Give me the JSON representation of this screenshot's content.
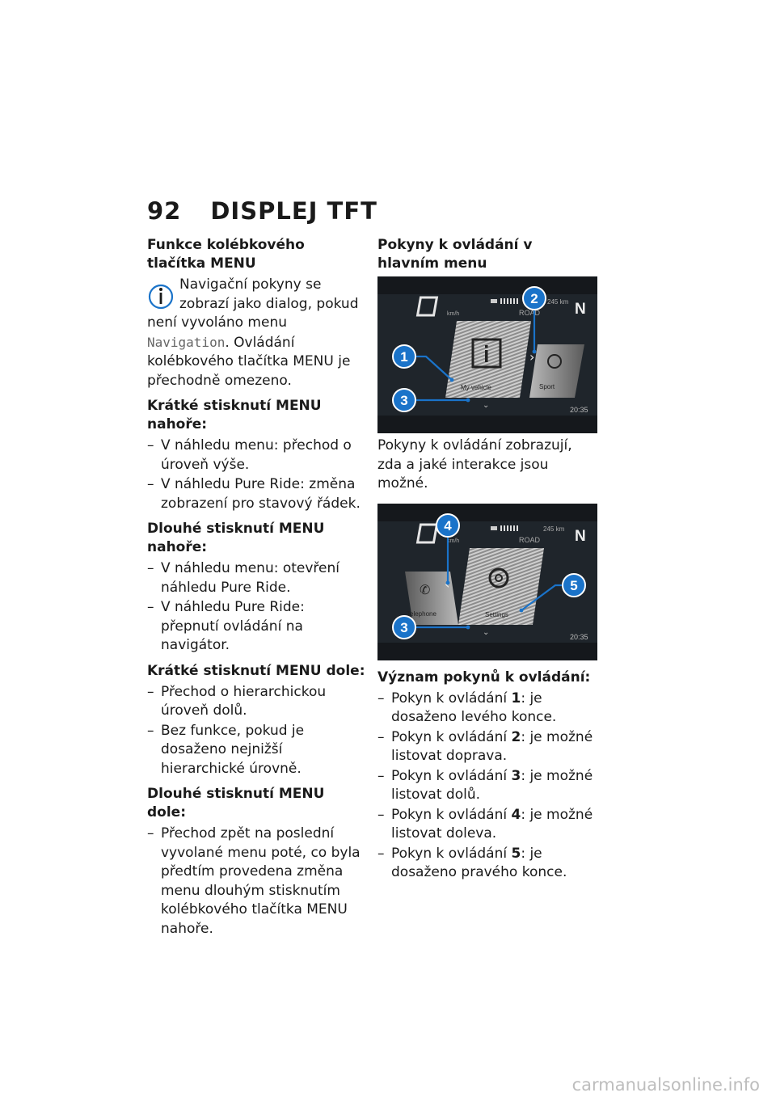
{
  "header": {
    "page_number": "92",
    "title": "DISPLEJ TFT"
  },
  "left": {
    "heading": "Funkce kolébkového tlačítka MENU",
    "note_icon": "info-icon",
    "note_text_1": "Navigační pokyny se zobrazí jako dialog, pokud není vyvoláno menu ",
    "note_mono": "Navigation",
    "note_text_2": ". Ovládání kolébkového tlačítka MENU je přechodně omezeno.",
    "sections": [
      {
        "title": "Krátké stisknutí MENU nahoře:",
        "items": [
          "V náhledu menu: přechod o úroveň výše.",
          "V náhledu Pure Ride: změna zobrazení pro stavový řádek."
        ]
      },
      {
        "title": "Dlouhé stisknutí MENU nahoře:",
        "items": [
          "V náhledu menu: otevření náhledu Pure Ride.",
          "V náhledu Pure Ride: přepnutí ovládání na navigátor."
        ]
      },
      {
        "title": "Krátké stisknutí MENU dole:",
        "items": [
          "Přechod o hierarchickou úroveň dolů.",
          "Bez funkce, pokud je dosaženo nejnižší hierarchické úrovně."
        ]
      },
      {
        "title": "Dlouhé stisknutí MENU dole:",
        "items": [
          "Přechod zpět na poslední vyvolané menu poté, co byla předtím provedena změna menu dlouhým stisknutím kolébkového tlačítka MENU nahoře."
        ]
      }
    ]
  },
  "right": {
    "heading": "Pokyny k ovládání v hlavním menu",
    "screen1": {
      "speed": "0",
      "speed_unit": "km/h",
      "range": "245 km",
      "mode": "ROAD",
      "gear": "N",
      "tile1": "My vehicle",
      "tile2": "Sport",
      "time": "20:35",
      "callouts": [
        "1",
        "2",
        "3"
      ]
    },
    "caption1": "Pokyny k ovládání zobrazují, zda a jaké interakce jsou možné.",
    "screen2": {
      "speed": "0",
      "speed_unit": "km/h",
      "range": "245 km",
      "mode": "ROAD",
      "gear": "N",
      "tile1": "Telephone",
      "tile2": "Settings",
      "time": "20:35",
      "callouts": [
        "4",
        "5",
        "3"
      ]
    },
    "meaning_title": "Význam pokynů k ovládání:",
    "meaning": [
      {
        "pre": "Pokyn k ovládání ",
        "num": "1",
        "post": ": je dosaženo levého konce."
      },
      {
        "pre": "Pokyn k ovládání ",
        "num": "2",
        "post": ": je možné listovat doprava."
      },
      {
        "pre": "Pokyn k ovládání ",
        "num": "3",
        "post": ": je možné listovat dolů."
      },
      {
        "pre": "Pokyn k ovládání ",
        "num": "4",
        "post": ": je možné listovat doleva."
      },
      {
        "pre": "Pokyn k ovládání ",
        "num": "5",
        "post": ": je dosaženo pravého konce."
      }
    ]
  },
  "footer": {
    "watermark": "carmanualsonline.info"
  },
  "colors": {
    "callout": "#1a73c9",
    "screen_bg": "#15181c"
  }
}
